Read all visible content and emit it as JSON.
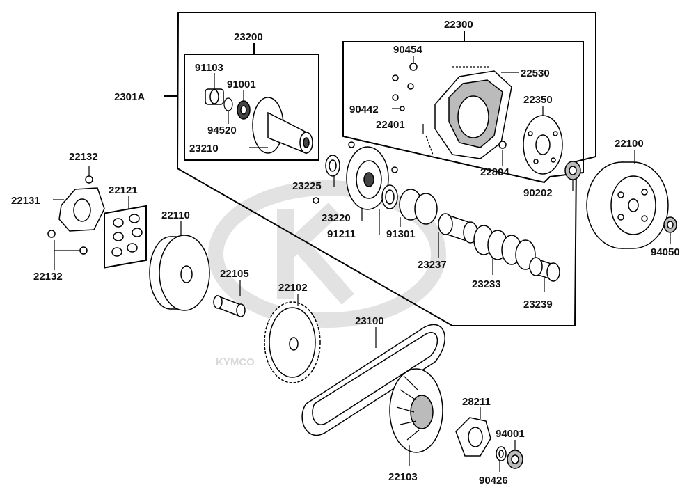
{
  "watermark": {
    "brand": "KYMCO"
  },
  "labels": {
    "assembly_2301A": "2301A",
    "p23200": "23200",
    "p22300": "22300",
    "p91103": "91103",
    "p91001": "91001",
    "p94520": "94520",
    "p23210": "23210",
    "p90454": "90454",
    "p22530": "22530",
    "p22350": "22350",
    "p90442": "90442",
    "p22401": "22401",
    "p22804": "22804",
    "p90202": "90202",
    "p22100": "22100",
    "p94050": "94050",
    "p22132a": "22132",
    "p22131": "22131",
    "p22121": "22121",
    "p22132b": "22132",
    "p22110": "22110",
    "p23225": "23225",
    "p23220": "23220",
    "p91211": "91211",
    "p91301": "91301",
    "p23237": "23237",
    "p23233": "23233",
    "p23239": "23239",
    "p22105": "22105",
    "p22102": "22102",
    "p23100": "23100",
    "p28211": "28211",
    "p94001": "94001",
    "p22103": "22103",
    "p90426": "90426"
  }
}
